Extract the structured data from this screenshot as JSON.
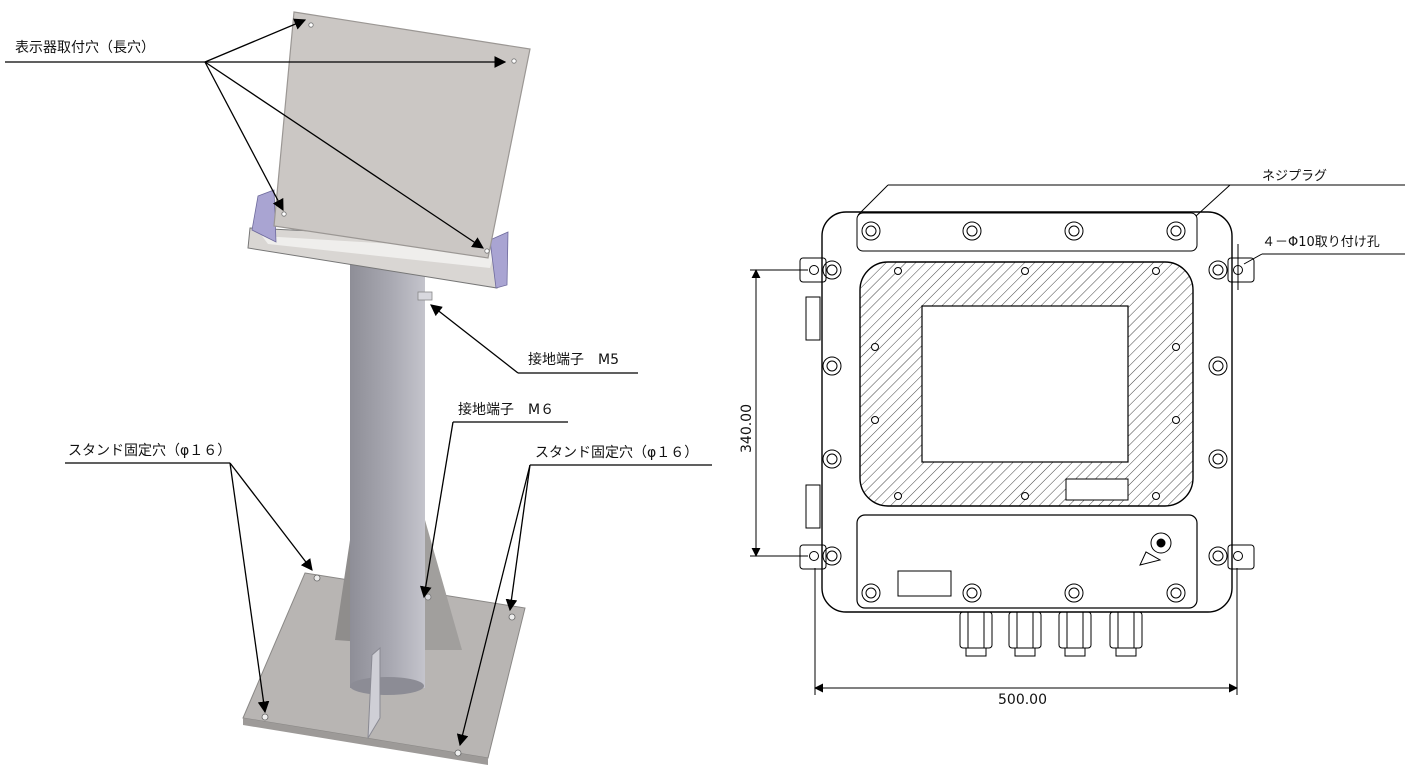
{
  "labels": {
    "display_holes": "表示器取付穴（長穴）",
    "ground_m5": "接地端子　M5",
    "ground_m6": "接地端子　M６",
    "stand_holes_left": "スタンド固定穴（φ１６）",
    "stand_holes_right": "スタンド固定穴（φ１６）",
    "screw_plug": "ネジプラグ",
    "mount_holes": "４－Φ10取り付け孔"
  },
  "dimensions": {
    "height": "340.00",
    "width": "500.00"
  },
  "colors": {
    "panel": "#cbc7c4",
    "panel_edge": "#e2dfdc",
    "pole": "#9e9ea7",
    "pole_light": "#c9c9d0",
    "base": "#b5b2b0",
    "bracket": "#a8a3d0",
    "line": "#000000"
  }
}
